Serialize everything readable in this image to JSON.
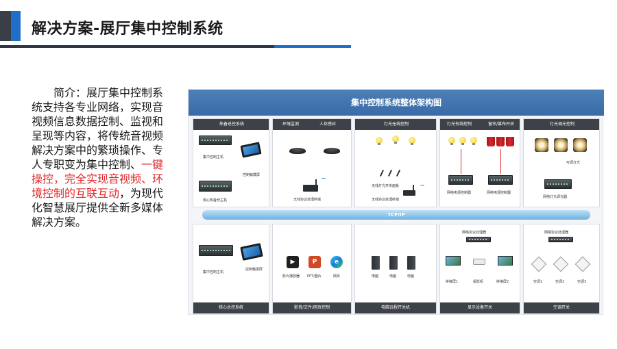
{
  "header": {
    "title": "解决方案-展厅集中控制系统"
  },
  "intro": {
    "part1": "简介：展厅集中控制系统支持各专业网络，实现音视频信息数据控制、监视和呈现等内容，将传统音视频解决方案中的繁琐操作、专人专职变为集中控制、",
    "highlight": "一键操控，完全实现音视频、环境控制的互联互动",
    "part2": "，为现代化智慧展厅提供全新多媒体解决方案。"
  },
  "diagram": {
    "title": "集中控制系统整体架构图",
    "bus_label": "TCP/IP",
    "top_panels": [
      {
        "headers": [
          "热备总控系统"
        ],
        "labels": [
          "集中控制主机",
          "控制触摸屏",
          "核心热备份主机"
        ]
      },
      {
        "headers": [
          "环境监测",
          "人体感应"
        ],
        "labels": [
          "无线协议处理终端"
        ]
      },
      {
        "headers": [
          "灯光无线控制"
        ],
        "labels": [
          "无线灯光开关面板",
          "无线协议处理终端"
        ]
      },
      {
        "headers": [
          "灯光有线控制",
          "窗帘/幕布开关"
        ],
        "labels": [
          "网络电源控制器",
          "网络电源控制器"
        ]
      },
      {
        "headers": [
          "灯光调光控制"
        ],
        "labels": [
          "可调灯光",
          "网络灯光调光器"
        ]
      }
    ],
    "bottom_panels": [
      {
        "footer": "核心总控系统",
        "labels": [
          "集中控制主机",
          "控制触摸屏"
        ]
      },
      {
        "footer": "影音/文件/网页控制",
        "labels": [
          "影片播放器",
          "PPT/图片",
          "网页"
        ]
      },
      {
        "footer": "电脑远程开关机",
        "labels": [
          "电脑",
          "电脑",
          "电脑"
        ]
      },
      {
        "footer": "显示设备开关",
        "labels": [
          "网络协议处理器",
          "拼接屏1",
          "投影机",
          "拼接屏2"
        ]
      },
      {
        "footer": "空调开关",
        "labels": [
          "网络协议处理器",
          "空调1",
          "空调2",
          "空调3"
        ]
      }
    ]
  }
}
